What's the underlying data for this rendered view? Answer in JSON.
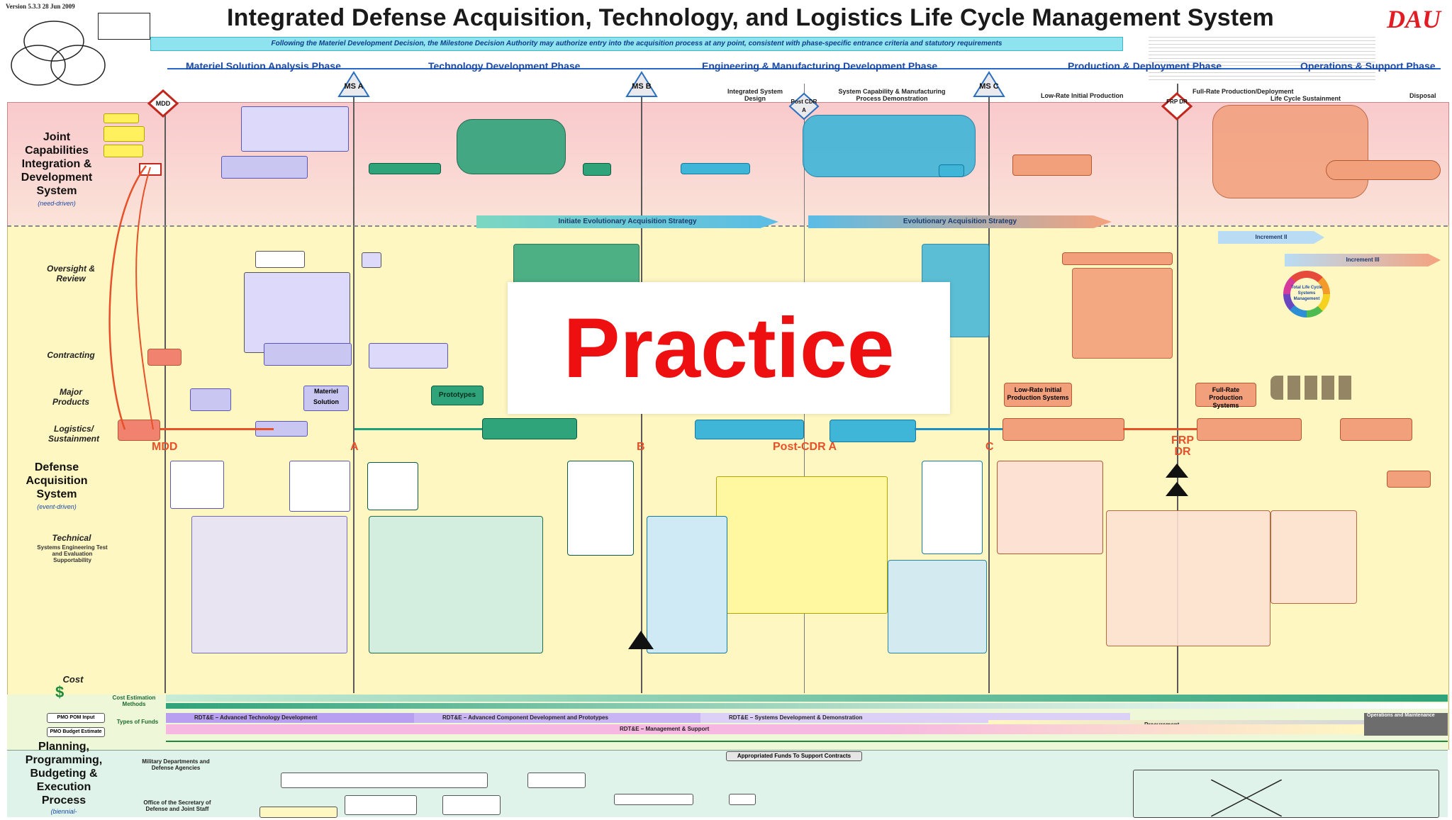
{
  "header": {
    "version": "Version 5.3.3  28 Jun 2009",
    "title": "Integrated Defense Acquisition, Technology, and Logistics Life Cycle Management System",
    "logo": "DAU",
    "banner": "Following the Materiel Development Decision, the Milestone Decision Authority may authorize entry into the acquisition process at any point, consistent with phase-specific entrance criteria and statutory requirements"
  },
  "phases": [
    {
      "label": "Materiel Solution Analysis Phase"
    },
    {
      "label": "Technology Development Phase"
    },
    {
      "label": "Engineering & Manufacturing Development Phase"
    },
    {
      "label": "Production & Deployment Phase"
    },
    {
      "label": "Operations & Support Phase"
    }
  ],
  "milestones": {
    "mdd": "MDD",
    "ms_a": "MS A",
    "ms_b": "MS B",
    "post_cdr": "Post CDR A",
    "ms_c": "MS C",
    "frp": "FRP DR"
  },
  "subphase_labels": {
    "integrated_design": "Integrated System Design",
    "capability_demo": "System Capability & Manufacturing Process Demonstration",
    "lrip": "Low-Rate Initial Production",
    "frp_deploy": "Full-Rate Production/Deployment",
    "sustainment": "Life Cycle Sustainment",
    "disposal": "Disposal"
  },
  "rows": {
    "jcids": {
      "label": "Joint Capabilities Integration & Development System",
      "sub": "(need-driven)"
    },
    "oversight": "Oversight & Review",
    "contracting": "Contracting",
    "major_products": "Major Products",
    "logistics": "Logistics/ Sustainment",
    "das": {
      "label": "Defense Acquisition System",
      "sub": "(event-driven)"
    },
    "technical": "Technical",
    "technical_sub": "Systems Engineering Test and Evaluation Supportability",
    "cost": "Cost",
    "ppbe": {
      "label": "Planning, Programming, Budgeting & Execution Process",
      "sub": "(biennial-"
    }
  },
  "diagram_text": {
    "evolutionary_1": "Initiate Evolutionary Acquisition Strategy",
    "evolutionary_2": "Evolutionary Acquisition Strategy",
    "increment_2": "Increment II",
    "increment_3": "Increment III",
    "materiel_solution": "Materiel Solution",
    "prototypes": "Prototypes",
    "lrip_systems": "Low-Rate Initial Production Systems",
    "frp_systems": "Full-Rate Production Systems",
    "cost_estimation": "Cost Estimation Methods",
    "types_of_funds": "Types of Funds",
    "appropriated_funds": "Appropriated Funds To Support Contracts",
    "ppbe_military": "Military Departments and Defense Agencies",
    "ppbe_osd": "Office of the Secretary of Defense and Joint Staff",
    "pom_input": "PMO POM Input",
    "pmo_budget": "PMO Budget Estimate",
    "rdte_1": "RDT&E – Advanced Technology Development",
    "rdte_2": "RDT&E – Advanced Component Development and Prototypes",
    "rdte_3": "RDT&E – Systems Development & Demonstration",
    "rdte_mgmt": "RDT&E – Management & Support",
    "procurement": "Procurement",
    "om": "Operations and Maintenance",
    "life_cycle": "Total Life Cycle Systems Management",
    "a_letter": "A",
    "b_letter": "B",
    "c_letter": "C",
    "mdd_letter": "MDD",
    "post_cdr_letter": "Post-CDR A",
    "frp_letter": "FRP DR"
  },
  "watermark": "Practice",
  "colors": {
    "jcids_band": "#f7c7c7",
    "middle_band": "#fff8c6",
    "bottom_band": "#dff2ea",
    "accent_blue": "#1b4aa6",
    "accent_red": "#e31b23"
  }
}
